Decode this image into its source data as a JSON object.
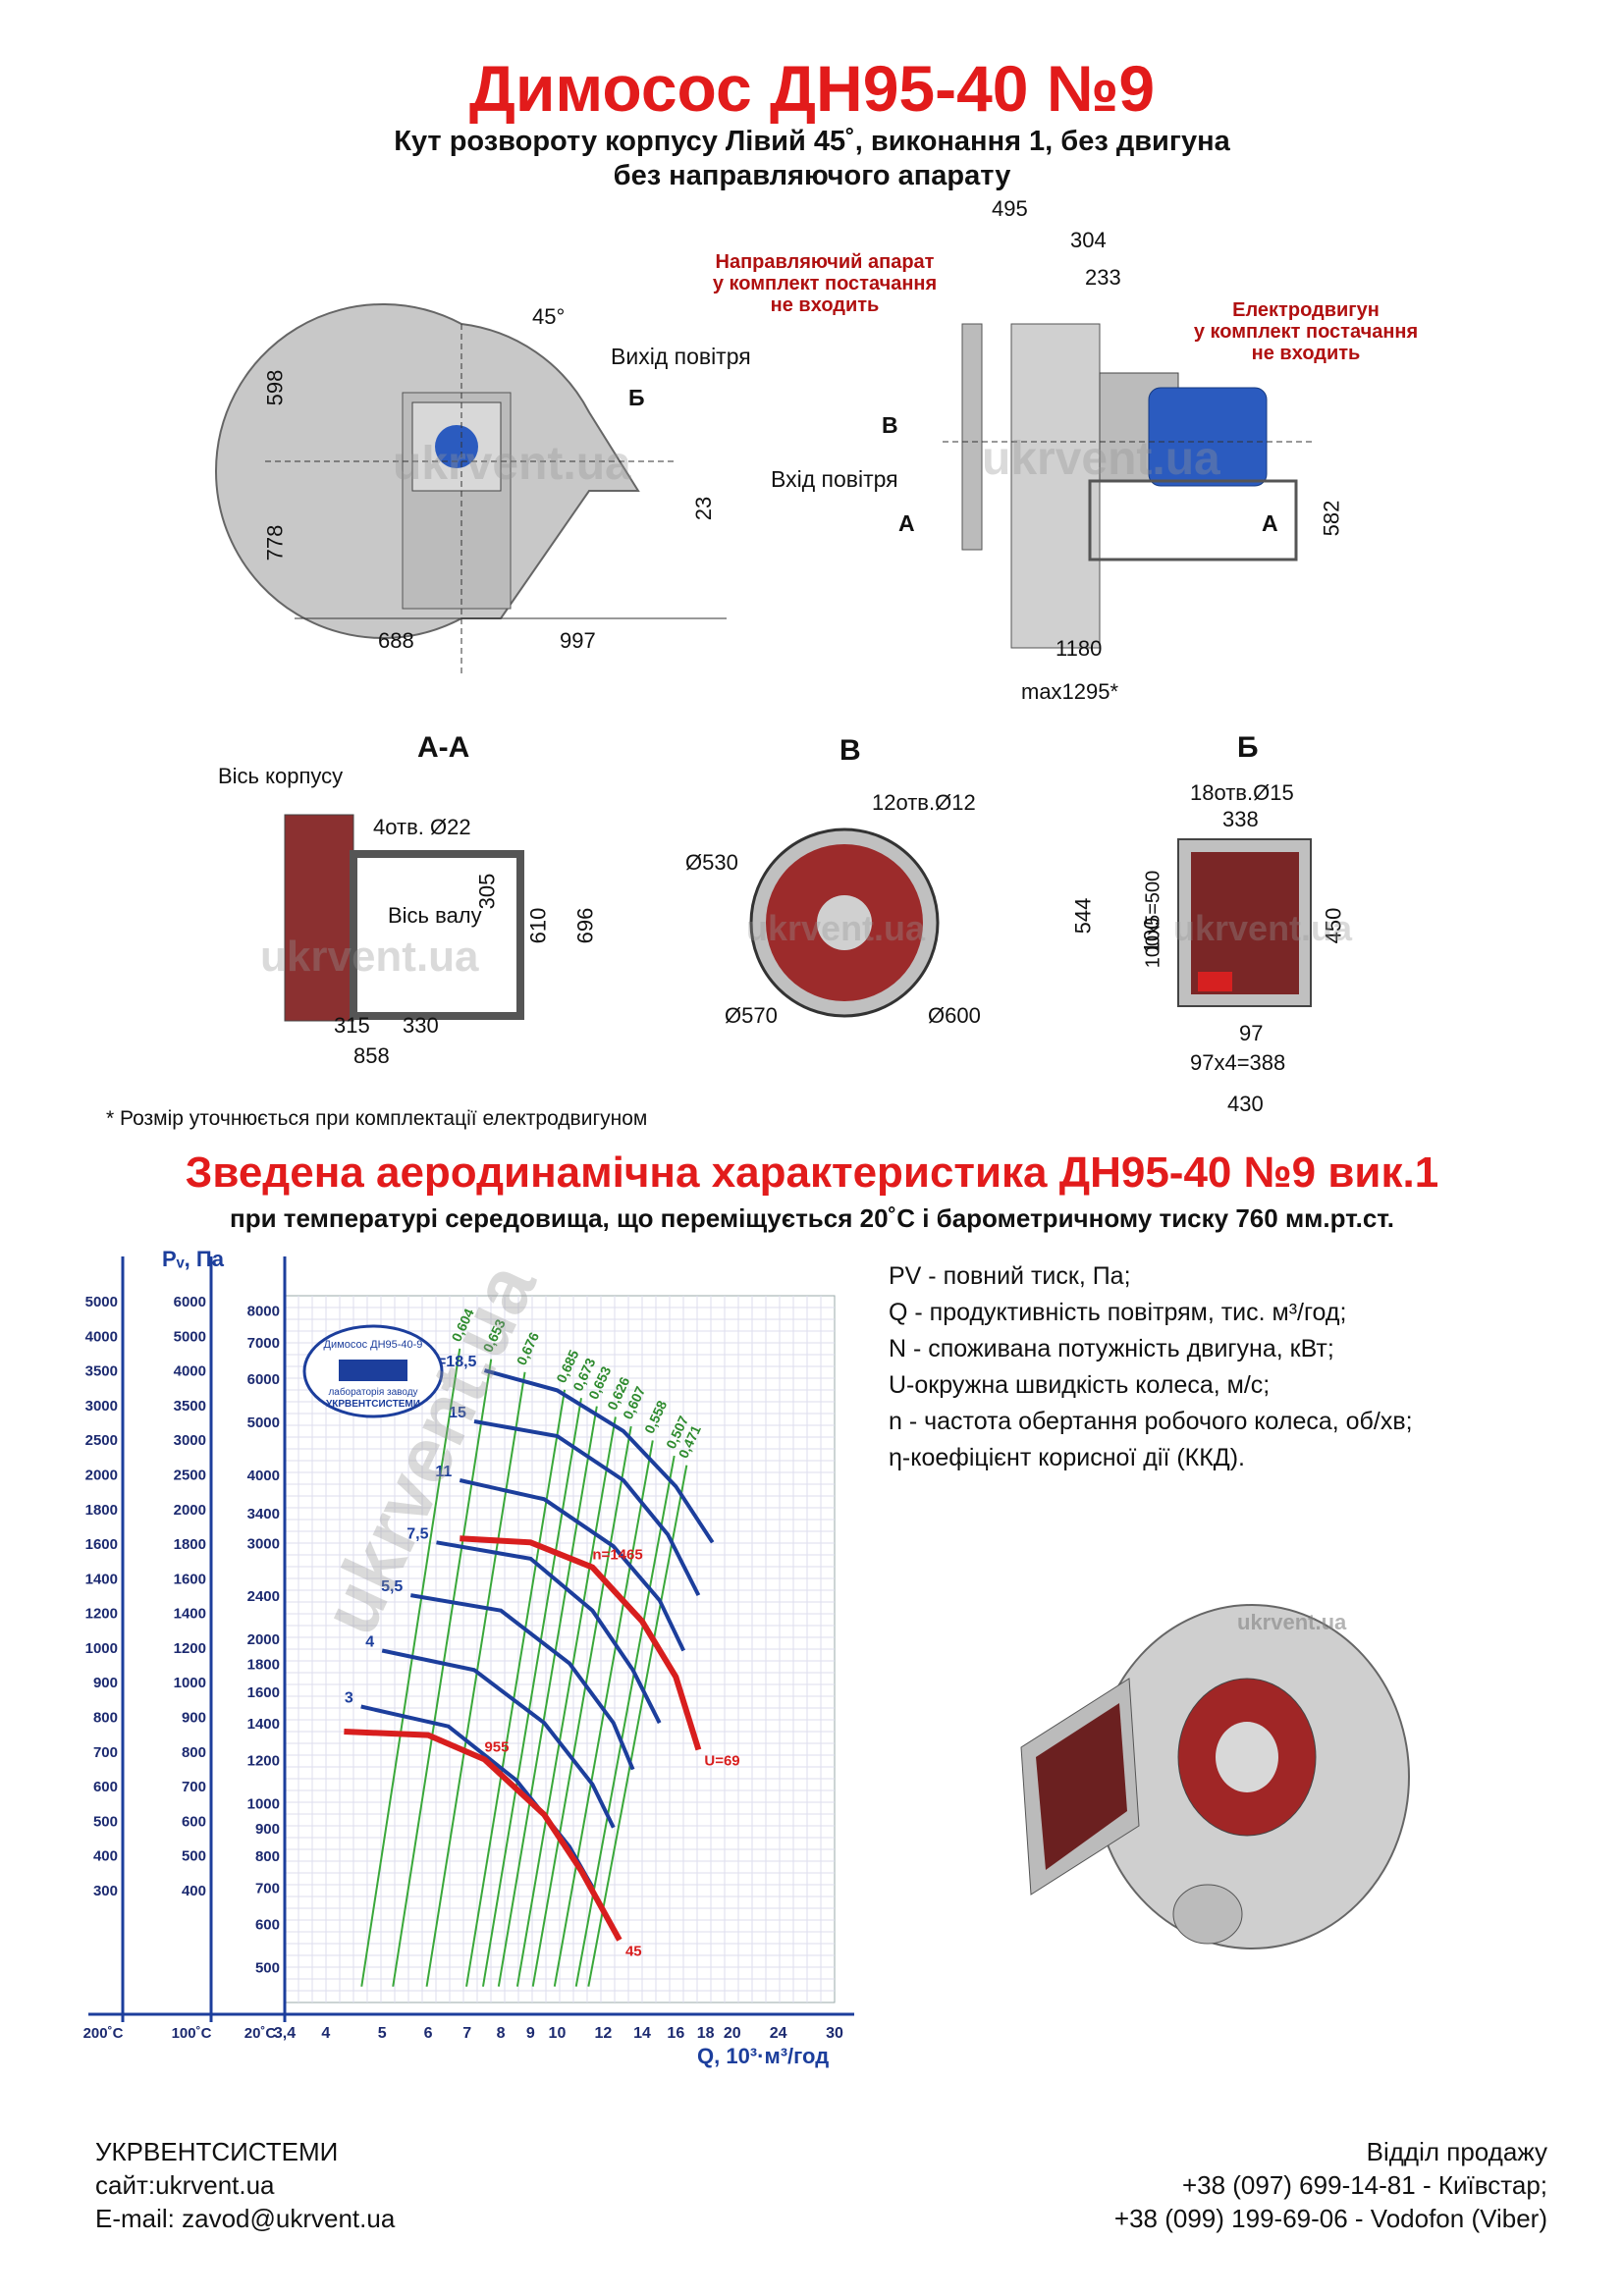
{
  "title": "Димосос  ДН95-40 №9",
  "subtitle1": "Кут розвороту корпусу Лівий 45˚, виконання 1, без двигуна",
  "subtitle2": "без направляючого апарату",
  "front_view": {
    "angle": "45°",
    "outlet": "Вихід повітря",
    "section_mark": "Б",
    "dims": {
      "d598": "598",
      "d778": "778",
      "d688": "688",
      "d997": "997",
      "d23": "23"
    }
  },
  "side_view": {
    "guide_note": [
      "Направляючий апарат",
      "у комплект постачання",
      "не входить"
    ],
    "motor_note": [
      "Електродвигун",
      "у комплект постачання",
      "не входить"
    ],
    "inlet": "Вхід повітря",
    "mark_b": "В",
    "mark_a": "А",
    "dims": {
      "d495": "495",
      "d304": "304",
      "d233": "233",
      "d582": "582",
      "d1180": "1180",
      "dmax": "max1295*"
    }
  },
  "section_aa": {
    "title": "А-А",
    "body_axis": "Вісь корпусу",
    "shaft_axis": "Вісь валу",
    "holes": "4отв. Ø22",
    "dims": {
      "d305": "305",
      "d610": "610",
      "d696": "696",
      "d315": "315",
      "d330": "330",
      "d858": "858"
    }
  },
  "section_v": {
    "title": "В",
    "holes": "12отв.Ø12",
    "dims": {
      "d530": "Ø530",
      "d570": "Ø570",
      "d600": "Ø600"
    }
  },
  "section_b": {
    "title": "Б",
    "holes": "18отв.Ø15",
    "dims": {
      "d338": "338",
      "d544": "544",
      "d100x5": "100х5=500",
      "d100": "100",
      "d450": "450",
      "d97": "97",
      "d97x4": "97х4=388",
      "d430": "430"
    }
  },
  "footnote": "* Розмір уточнюється при комплектації електродвигуном",
  "chart_title": "Зведена аеродинамічна характеристика ДН95-40 №9 вик.1",
  "chart_subtitle": "при температурі середовища, що переміщується 20˚С і барометричному тиску 760 мм.рт.ст.",
  "watermark": "ukrvent.ua",
  "stamp": {
    "line1": "Димосос ДН95-40-9",
    "line2": "лабораторія заводу",
    "line3": "УКРВЕНТСИСТЕМИ"
  },
  "legend": [
    "PV - повний тиск, Па;",
    "Q - продуктивність повітрям, тис. м³/год;",
    "N - споживана потужність двигуна, кВт;",
    "U-окружна швидкість колеса, м/с;",
    "n - частота обертання робочого колеса, об/хв;",
    "η-коефіцієнт корисної дії (ККД)."
  ],
  "chart_data": {
    "type": "line",
    "title": "Зведена аеродинамічна характеристика ДН95-40 №9 вик.1",
    "ylabel": "Pᵥ, Па",
    "xlabel": "Q, 10³·м³/год",
    "x_log_scale": true,
    "y_log_scale": true,
    "x_ticks": [
      "3,4",
      "4",
      "5",
      "6",
      "7",
      "8",
      "9",
      "10",
      "12",
      "14",
      "16",
      "18",
      "20",
      "24",
      "30"
    ],
    "x_tick_values": [
      3.4,
      4,
      5,
      6,
      7,
      8,
      9,
      10,
      12,
      14,
      16,
      18,
      20,
      24,
      30
    ],
    "y_axis_200C": [
      "5000",
      "4000",
      "3500",
      "3000",
      "2500",
      "2000",
      "1800",
      "1600",
      "1400",
      "1200",
      "1000",
      "900",
      "800",
      "700",
      "600",
      "500",
      "400",
      "300"
    ],
    "y_axis_100C": [
      "6000",
      "5000",
      "4000",
      "3500",
      "3000",
      "2500",
      "2000",
      "1800",
      "1600",
      "1400",
      "1200",
      "1000",
      "900",
      "800",
      "700",
      "600",
      "500",
      "400"
    ],
    "y_axis_20C": [
      "8000",
      "7000",
      "6000",
      "5000",
      "4000",
      "3400",
      "3000",
      "2400",
      "2000",
      "1800",
      "1600",
      "1400",
      "1200",
      "1000",
      "900",
      "800",
      "700",
      "600",
      "500"
    ],
    "y_axis_20C_values": [
      8000,
      7000,
      6000,
      5000,
      4000,
      3400,
      3000,
      2400,
      2000,
      1800,
      1600,
      1400,
      1200,
      1000,
      900,
      800,
      700,
      600,
      500
    ],
    "temp_labels": [
      "200˚С",
      "100˚С",
      "20˚С"
    ],
    "ylim": [
      430,
      8500
    ],
    "xlim": [
      3.4,
      30
    ],
    "power_curves": [
      {
        "name": "N=18,5",
        "points": [
          [
            7.5,
            6200
          ],
          [
            10,
            5700
          ],
          [
            13,
            4800
          ],
          [
            16,
            3800
          ],
          [
            18.5,
            3000
          ]
        ]
      },
      {
        "name": "15",
        "points": [
          [
            7.2,
            5000
          ],
          [
            10,
            4700
          ],
          [
            13,
            3900
          ],
          [
            15.5,
            3100
          ],
          [
            17.5,
            2400
          ]
        ]
      },
      {
        "name": "11",
        "points": [
          [
            6.8,
            3900
          ],
          [
            9.5,
            3600
          ],
          [
            12.5,
            2950
          ],
          [
            15,
            2350
          ],
          [
            16.5,
            1900
          ]
        ]
      },
      {
        "name": "7,5",
        "points": [
          [
            6.2,
            3000
          ],
          [
            9,
            2800
          ],
          [
            11.5,
            2250
          ],
          [
            13.5,
            1750
          ],
          [
            15,
            1400
          ]
        ]
      },
      {
        "name": "5,5",
        "points": [
          [
            5.6,
            2400
          ],
          [
            8,
            2250
          ],
          [
            10.5,
            1800
          ],
          [
            12.5,
            1400
          ],
          [
            13.5,
            1150
          ]
        ]
      },
      {
        "name": "4",
        "points": [
          [
            5,
            1900
          ],
          [
            7.2,
            1750
          ],
          [
            9.5,
            1400
          ],
          [
            11.5,
            1080
          ],
          [
            12.5,
            900
          ]
        ]
      },
      {
        "name": "3",
        "points": [
          [
            4.6,
            1500
          ],
          [
            6.5,
            1380
          ],
          [
            8.5,
            1100
          ],
          [
            10.5,
            830
          ],
          [
            11.5,
            700
          ]
        ]
      }
    ],
    "speed_curves": [
      {
        "name": "n=1465",
        "points": [
          [
            6.8,
            3050
          ],
          [
            9,
            3000
          ],
          [
            11.5,
            2700
          ],
          [
            14,
            2150
          ],
          [
            16,
            1700
          ],
          [
            17.5,
            1250
          ]
        ]
      },
      {
        "name": "955",
        "points": [
          [
            4.3,
            1350
          ],
          [
            6,
            1330
          ],
          [
            7.5,
            1200
          ],
          [
            9.5,
            950
          ],
          [
            11,
            750
          ],
          [
            12.8,
            560
          ]
        ]
      }
    ],
    "speed_end_labels": [
      "U=69",
      "45"
    ],
    "efficiency_lines": [
      {
        "name": "0,604",
        "at_q": 6.8
      },
      {
        "name": "0,653",
        "at_q": 7.7
      },
      {
        "name": "0,676",
        "at_q": 8.8
      },
      {
        "name": "0,685",
        "at_q": 10.3
      },
      {
        "name": "0,673",
        "at_q": 11
      },
      {
        "name": "0,653",
        "at_q": 11.7
      },
      {
        "name": "0,626",
        "at_q": 12.6
      },
      {
        "name": "0,607",
        "at_q": 13.4
      },
      {
        "name": "0,558",
        "at_q": 14.6
      },
      {
        "name": "0,507",
        "at_q": 15.9
      },
      {
        "name": "0,471",
        "at_q": 16.7
      }
    ]
  },
  "footer": {
    "company": "УКРВЕНТСИСТЕМИ",
    "site": "сайт:ukrvent.ua",
    "email": "E-mail: zavod@ukrvent.ua",
    "dept": "Відділ продажу",
    "phone1": "+38 (097) 699-14-81 - Київстар;",
    "phone2": "+38 (099) 199-69-06 - Vodofon (Viber)"
  }
}
